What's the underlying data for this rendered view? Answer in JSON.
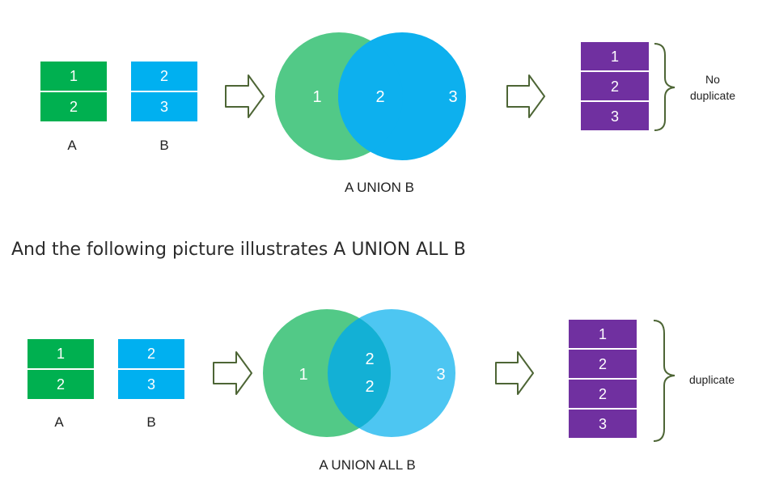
{
  "colors": {
    "set_a": "#00b050",
    "set_b": "#00b0f0",
    "result": "#7030a0",
    "venn_left": "#52c987",
    "venn_right": "#0db0ee",
    "venn_right_light": "#4dc6f2",
    "overlap": "#13b0d5",
    "arrow": "#4d6535",
    "brace": "#4d6535"
  },
  "union": {
    "table_a": {
      "label": "A",
      "values": [
        "1",
        "2"
      ]
    },
    "table_b": {
      "label": "B",
      "values": [
        "2",
        "3"
      ]
    },
    "venn": {
      "left": "1",
      "overlap": [
        "2"
      ],
      "right": "3",
      "label": "A UNION B"
    },
    "result": {
      "values": [
        "1",
        "2",
        "3"
      ],
      "note": [
        "No",
        "duplicate"
      ]
    }
  },
  "caption": "And the following picture illustrates A UNION ALL B",
  "union_all": {
    "table_a": {
      "label": "A",
      "values": [
        "1",
        "2"
      ]
    },
    "table_b": {
      "label": "B",
      "values": [
        "2",
        "3"
      ]
    },
    "venn": {
      "left": "1",
      "overlap": [
        "2",
        "2"
      ],
      "right": "3",
      "label": "A UNION ALL B"
    },
    "result": {
      "values": [
        "1",
        "2",
        "2",
        "3"
      ],
      "note": [
        "duplicate"
      ]
    }
  }
}
